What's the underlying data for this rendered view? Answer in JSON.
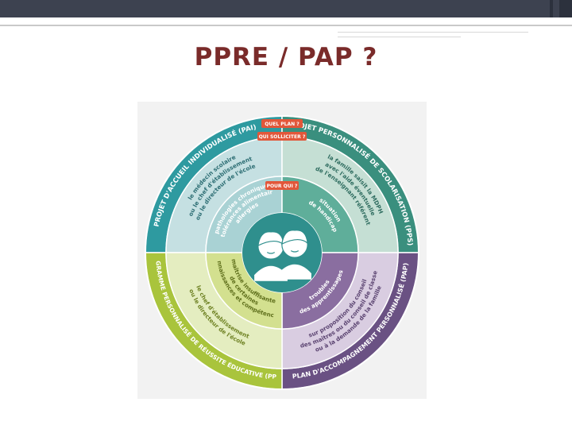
{
  "slide": {
    "title": "PPRE / PAP ?"
  },
  "diagram": {
    "tags": {
      "quel_plan": "QUEL PLAN ?",
      "qui_solliciter": "QUI SOLLICITER ?",
      "pour_qui": "POUR QUI ?"
    },
    "quadrants": [
      {
        "id": "pai",
        "plan": "PROJET D'ACCUEIL INDIVIDUALISÉ (PAI)",
        "who_lines": [
          "le médecin scolaire",
          "ou le chef d'établissement",
          "ou le directeur de l'école"
        ],
        "for_whom_lines": [
          "pathologies chroniques",
          "intolérances alimentaires",
          "allergies"
        ],
        "color": "#2e9aa0",
        "mid_color": "#c5e0e2",
        "inner_color": "#a9d2d4"
      },
      {
        "id": "pps",
        "plan": "PROJET PERSONNALISÉ DE SCOLARISATION (PPS)",
        "who_lines": [
          "la famille saisit la MDPH",
          "avec l'aide éventuelle",
          "de l'enseignant référent"
        ],
        "for_whom_lines": [
          "situation",
          "de handicap"
        ],
        "color": "#3a8f7e",
        "mid_color": "#c5dfd4",
        "inner_color": "#5fae9a"
      },
      {
        "id": "pap",
        "plan": "PLAN D'ACCOMPAGNEMENT PERSONNALISÉ (PAP)",
        "who_lines": [
          "sur proposition du conseil",
          "des maîtres ou du conseil de classe",
          "ou à la demande de la famille"
        ],
        "for_whom_lines": [
          "troubles",
          "des apprentissages"
        ],
        "color": "#6a5183",
        "mid_color": "#d9cde1",
        "inner_color": "#8a6ea0"
      },
      {
        "id": "ppre",
        "plan": "PROGRAMME PERSONNALISÉ DE RÉUSSITE ÉDUCATIVE (PPRE)",
        "who_lines": [
          "le chef d'établissement",
          "ou le directeur de l'école"
        ],
        "for_whom_lines": [
          "maîtrise insuffisante",
          "de certaines",
          "connaissances et compétences"
        ],
        "color": "#a9c43c",
        "mid_color": "#e4edc0",
        "inner_color": "#d3e08f"
      }
    ],
    "colors": {
      "tag_red": "#e2573a",
      "center_teal": "#2f8f8d"
    }
  }
}
